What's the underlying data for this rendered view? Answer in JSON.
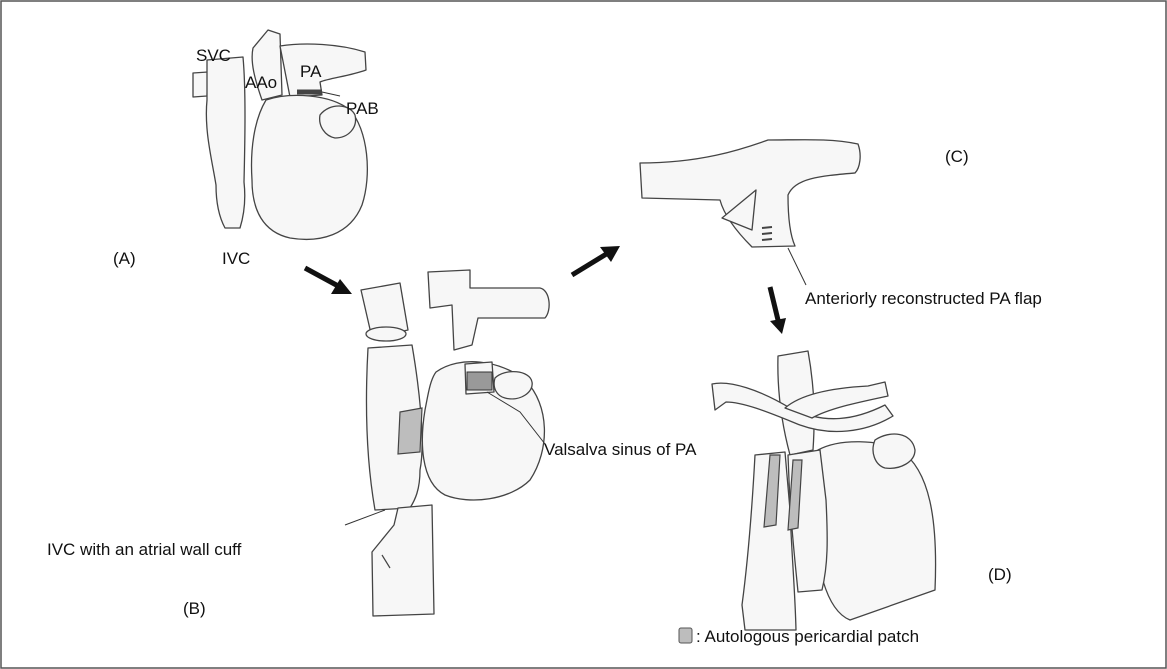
{
  "panels": {
    "a": {
      "letter": "(A)",
      "svc": "SVC",
      "aao": "AAo",
      "pa": "PA",
      "pab": "PAB",
      "ivc": "IVC"
    },
    "b": {
      "letter": "(B)",
      "valsalva": "Valsalva sinus of PA",
      "ivc_cuff": "IVC with an atrial wall cuff"
    },
    "c": {
      "letter": "(C)",
      "flap": "Anteriorly reconstructed PA flap"
    },
    "d": {
      "letter": "(D)"
    }
  },
  "legend": {
    "patch_text": ": Autologous pericardial patch"
  }
}
